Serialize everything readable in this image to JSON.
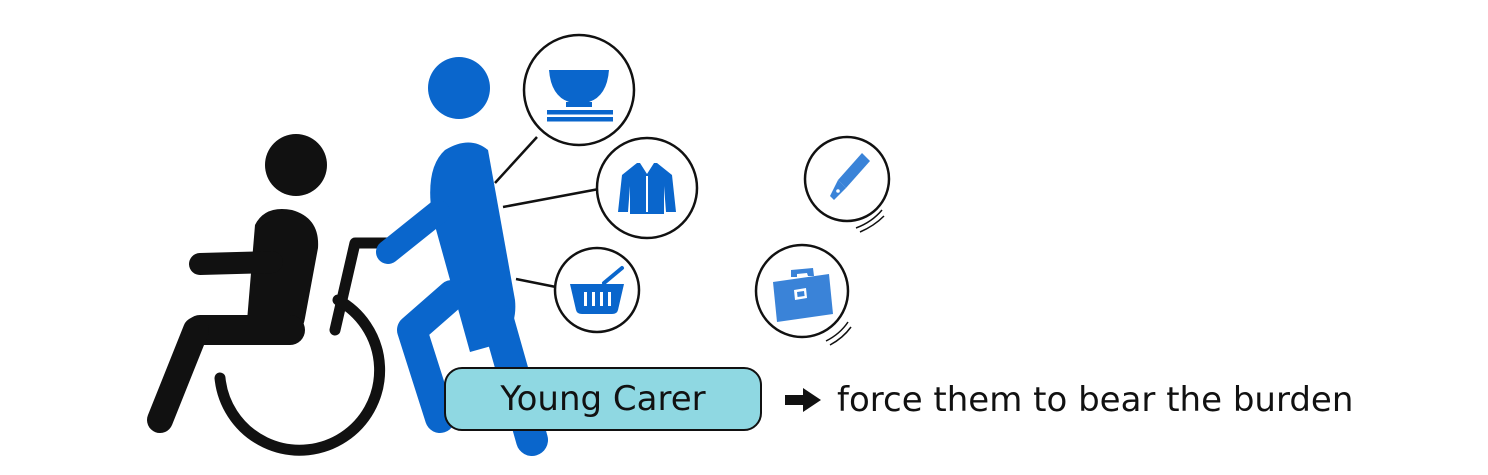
{
  "colors": {
    "carer_blue": "#0a66cc",
    "icon_blue": "#3a83d8",
    "pill_fill": "#8fd8e2",
    "ink": "#111111",
    "background": "#ffffff"
  },
  "figures": {
    "care_recipient": "wheelchair-user-figure",
    "carer": "young-carer-figure"
  },
  "duties": [
    {
      "icon": "bowl-chopsticks-icon"
    },
    {
      "icon": "shirt-icon"
    },
    {
      "icon": "shopping-basket-icon"
    }
  ],
  "sacrificed": [
    {
      "icon": "fountain-pen-icon"
    },
    {
      "icon": "briefcase-icon"
    }
  ],
  "label": {
    "text": "Young Carer"
  },
  "consequence": {
    "arrow_icon": "right-arrow-icon",
    "text": "force them to bear the burden"
  }
}
